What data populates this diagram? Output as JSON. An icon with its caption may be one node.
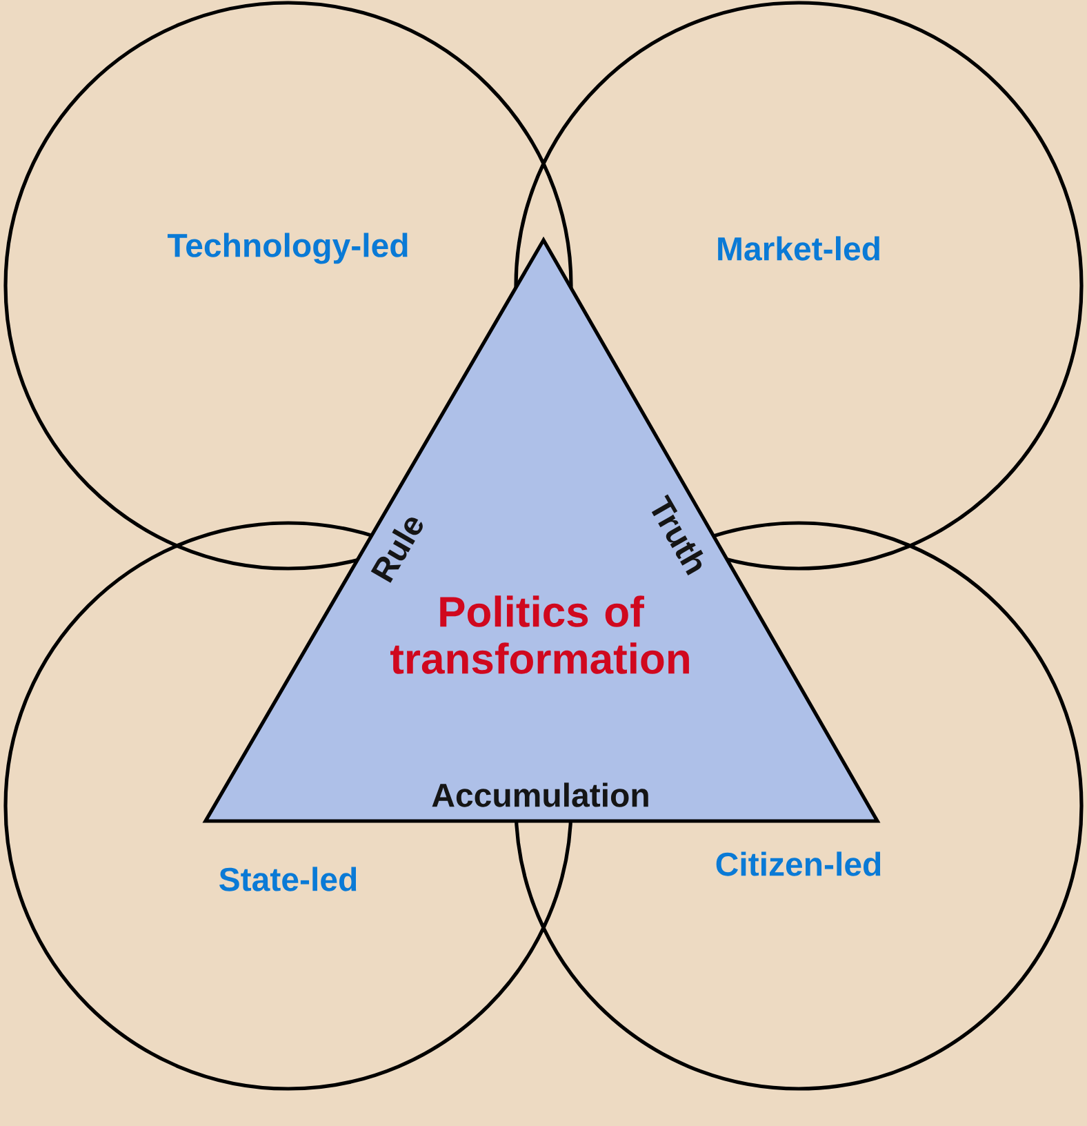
{
  "diagram": {
    "nodes": [
      {
        "text": [
          "Technology-led"
        ]
      },
      {
        "text": [
          "Market-led"
        ]
      },
      {
        "text": [
          "Politics of transformation"
        ]
      },
      {
        "text": [
          "State-led"
        ]
      },
      {
        "text": [
          "Citizen-led"
        ]
      }
    ],
    "labels": [
      "Rule",
      "Truth",
      "Accumulation"
    ]
  }
}
